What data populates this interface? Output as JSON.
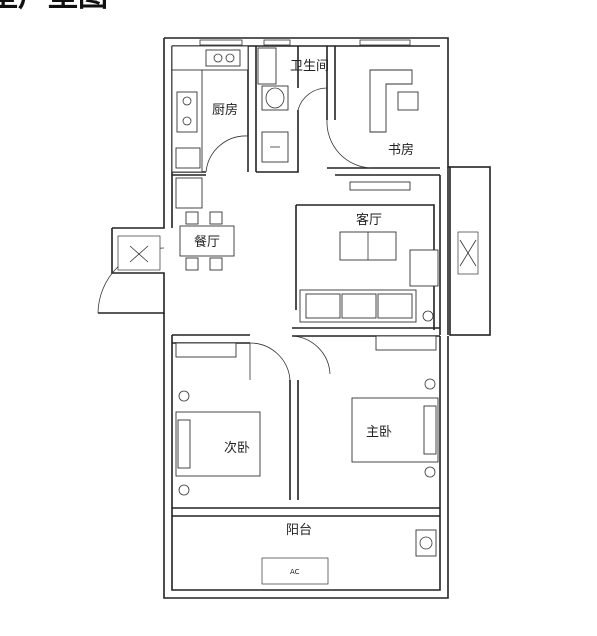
{
  "title": "型户型图",
  "rooms": {
    "bathroom": "卫生间",
    "kitchen": "厨房",
    "study": "书房",
    "living": "客厅",
    "dining": "餐厅",
    "second_bedroom": "次卧",
    "master_bedroom": "主卧",
    "balcony": "阳台"
  },
  "ac_label": "AC"
}
